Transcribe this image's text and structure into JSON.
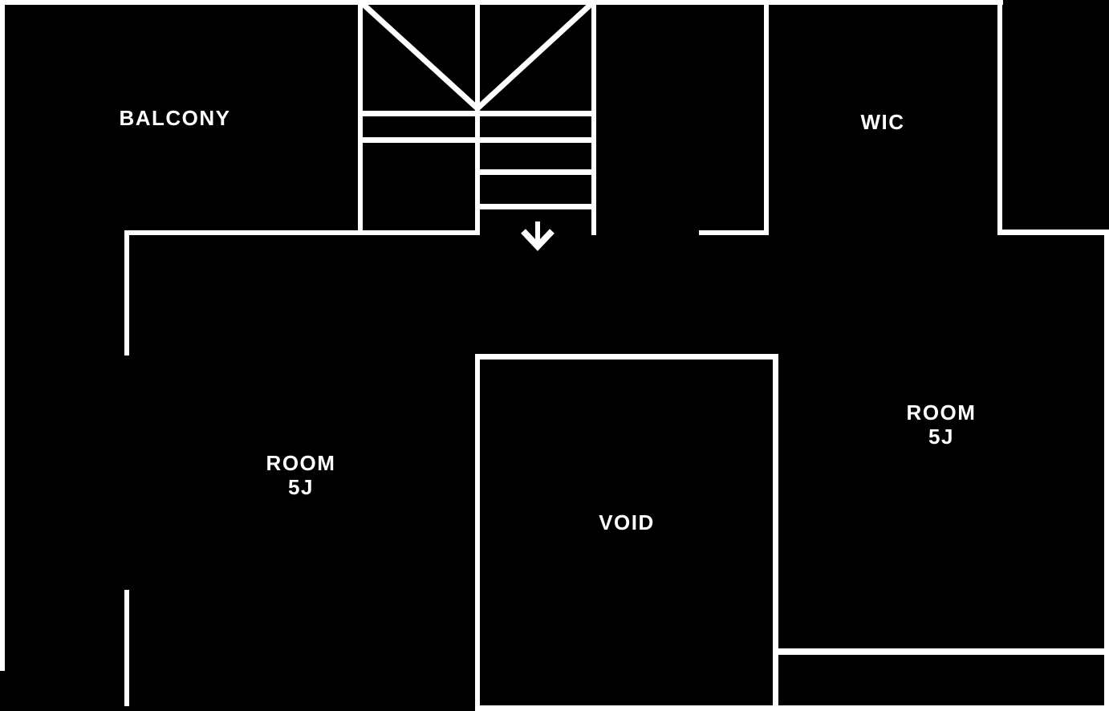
{
  "plan": {
    "type": "floor-plan",
    "colors": {
      "background": "#000000",
      "walls": "#ffffff",
      "text": "#ffffff"
    },
    "labels": {
      "balcony": "BALCONY",
      "wic": "WIC",
      "room_left_line1": "ROOM",
      "room_left_line2": "5J",
      "room_right_line1": "ROOM",
      "room_right_line2": "5J",
      "void": "VOID"
    },
    "icons": {
      "stairs_direction": "down-arrow"
    }
  }
}
